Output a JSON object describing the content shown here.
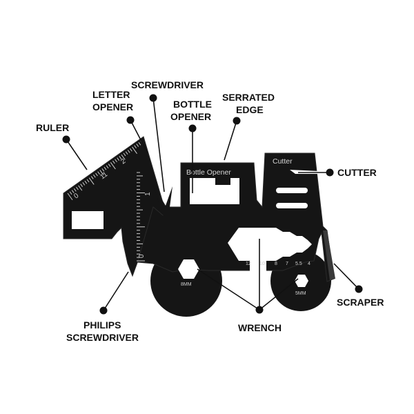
{
  "colors": {
    "tool_body": "#151515",
    "tool_edge": "#3a3a3a",
    "label_text": "#111111",
    "leader_line": "#111111",
    "engraving": "#d6d6d6"
  },
  "labels": {
    "ruler": "RULER",
    "letter_opener_1": "LETTER",
    "letter_opener_2": "OPENER",
    "screwdriver": "SCREWDRIVER",
    "bottle_opener_1": "BOTTLE",
    "bottle_opener_2": "OPENER",
    "serrated_edge_1": "SERRATED",
    "serrated_edge_2": "EDGE",
    "cutter": "CUTTER",
    "scraper": "SCRAPER",
    "wrench": "WRENCH",
    "philips_screwdriver_1": "PHILIPS",
    "philips_screwdriver_2": "SCREWDRIVER"
  },
  "engravings": {
    "bottle_opener": "Bottle Opener",
    "cutter": "Cutter",
    "hex_large": "8MM",
    "hex_small": "5MM",
    "wrench_sizes": [
      "12",
      "10",
      "8",
      "7",
      "5.5",
      "4"
    ],
    "arm_ruler_ticks": [
      "0",
      "1",
      "2"
    ],
    "vertical_ruler_ticks": [
      "0",
      "1"
    ],
    "arm_ruler_mid": "11"
  }
}
